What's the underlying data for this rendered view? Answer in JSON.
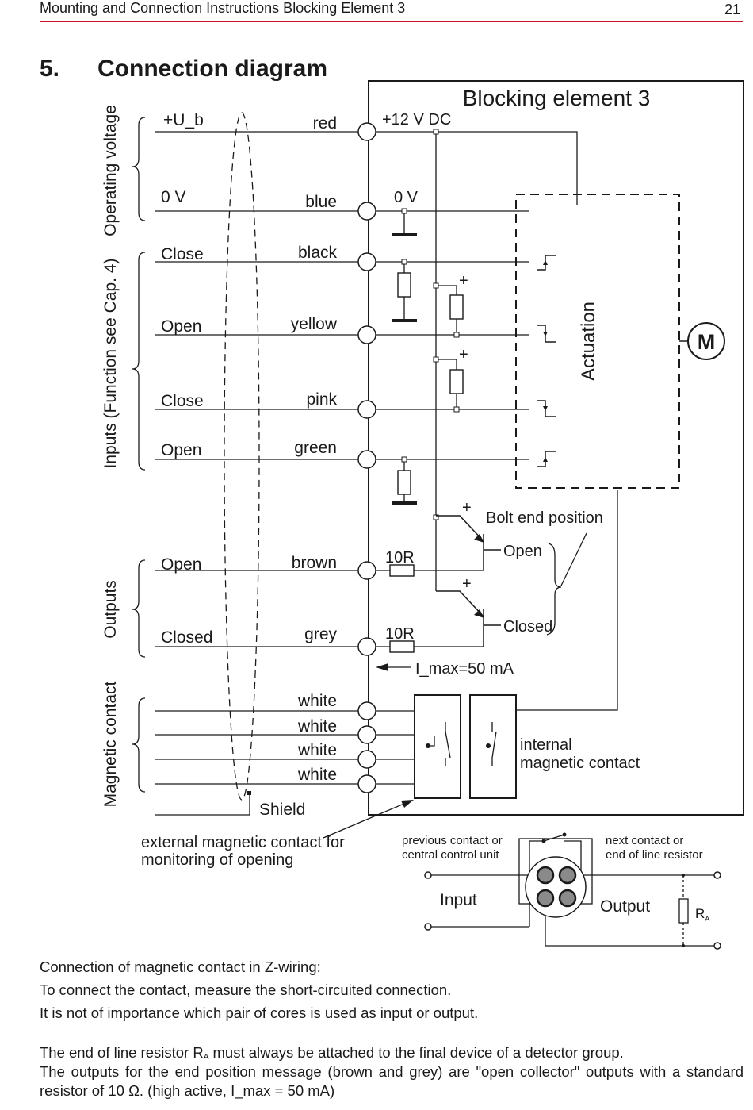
{
  "header": {
    "doc_title": "Mounting and Connection Instructions Blocking Element 3",
    "page_number": "21"
  },
  "section": {
    "number": "5.",
    "title": "Connection diagram"
  },
  "diagram": {
    "device_title": "Blocking element 3",
    "groups": {
      "operating_voltage": "Operating voltage",
      "inputs": "Inputs (Function see Cap. 4)",
      "outputs": "Outputs",
      "magnetic_contact": "Magnetic contact"
    },
    "signals": [
      "+U_b",
      "0 V",
      "Close",
      "Open",
      "Close",
      "Open",
      "Open",
      "Closed"
    ],
    "wire_colors": [
      "red",
      "blue",
      "black",
      "yellow",
      "pink",
      "green",
      "brown",
      "grey",
      "white",
      "white",
      "white",
      "white"
    ],
    "supply_label": "+12 V DC",
    "ground_label": "0 V",
    "plus_sign": "+",
    "actuation_label": "Actuation",
    "motor_label": "M",
    "bolt_end_position": "Bolt end position",
    "transistor_open": "Open",
    "transistor_closed": "Closed",
    "resistor_10r": "10R",
    "imax_label": "I_max=50 mA",
    "shield_label": "Shield",
    "internal_contact": [
      "internal",
      "magnetic contact"
    ],
    "external_contact": [
      "external magnetic contact for",
      "monitoring of opening"
    ],
    "zwiring": {
      "previous": [
        "previous contact or",
        "central control unit"
      ],
      "next": [
        "next contact or",
        "end of line resistor"
      ],
      "input": "Input",
      "output": "Output",
      "resistor_main": "R",
      "resistor_sub": "A"
    }
  },
  "notes": {
    "zwiring_title": "Connection of magnetic contact in Z-wiring:",
    "zwiring_connect": "To connect the contact, measure the short-circuited connection.",
    "zwiring_pairs": "It is not of importance which pair of cores is used as input or output.",
    "eol_part1": "The end of line resistor R",
    "eol_sub": "A",
    "eol_part2": " must always be attached to the final device of a detector group.",
    "outputs_text": "The outputs for the end position message (brown and grey) are \"open collector\" outputs with a standard resistor of 10 Ω. (high active, I_max = 50 mA)"
  }
}
